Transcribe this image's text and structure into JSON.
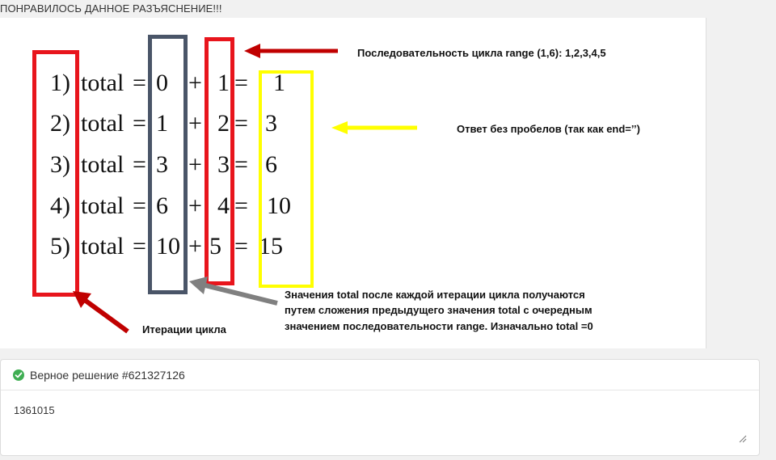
{
  "top_note": "ПОНРАВИЛОСЬ ДАННОЕ РАЗЪЯСНЕНИЕ!!!",
  "rows": [
    {
      "num": "1)",
      "word": "total",
      "eq": "=",
      "prev": "0",
      "plus": "+",
      "item": "1",
      "eq2": "=",
      "result": "1"
    },
    {
      "num": "2)",
      "word": "total",
      "eq": "=",
      "prev": "1",
      "plus": "+",
      "item": "2",
      "eq2": "=",
      "result": "3"
    },
    {
      "num": "3)",
      "word": "total",
      "eq": "=",
      "prev": "3",
      "plus": "+",
      "item": "3",
      "eq2": "=",
      "result": "6"
    },
    {
      "num": "4)",
      "word": "total",
      "eq": "=",
      "prev": "6",
      "plus": "+",
      "item": "4",
      "eq2": "=",
      "result": "10"
    },
    {
      "num": "5)",
      "word": "total",
      "eq": "=",
      "prev": "10",
      "plus": "+",
      "item": "5",
      "eq2": "=",
      "result": "15"
    }
  ],
  "captions": {
    "sequence": "Последовательность цикла range (1,6): 1,2,3,4,5",
    "answer_no_spaces": "Ответ без пробелов (так как end=’’)",
    "total_line1": "Значения total после каждой итерации цикла получаются",
    "total_line2": "путем сложения предыдущего значения total с очередным",
    "total_line3": "значением последовательности range. Изначально total =0",
    "iterations": "Итерации цикла"
  },
  "colors": {
    "red_box": "#e8151c",
    "slate_box": "#4a5568",
    "yellow_box": "#ffff00",
    "red_arrow": "#c00000",
    "gray_arrow": "#808080",
    "check_green": "#3fae53"
  },
  "card": {
    "title": "Верное решение #621327126",
    "answer": "1361015"
  }
}
